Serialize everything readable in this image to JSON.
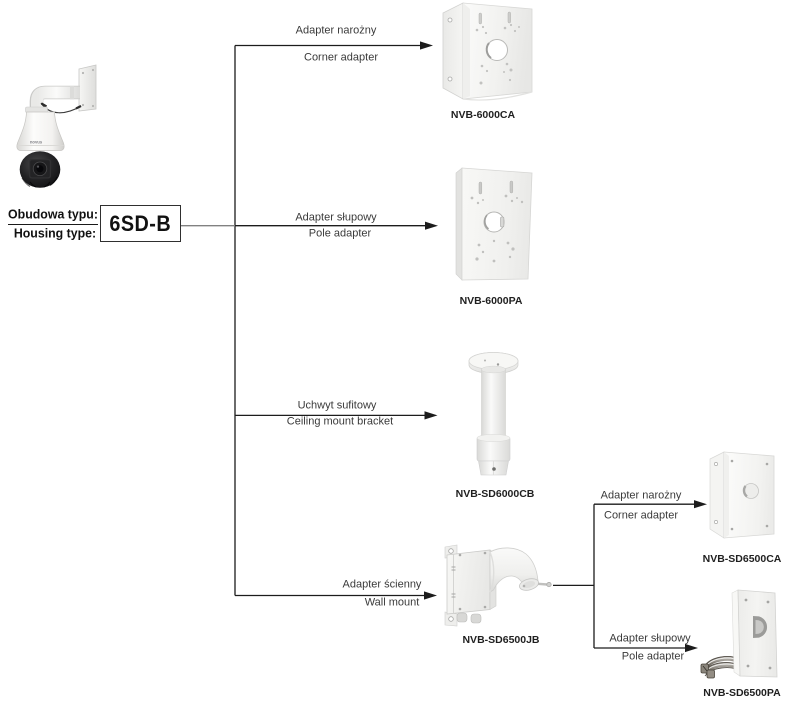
{
  "source": {
    "label_pl": "Obudowa typu:",
    "label_en": "Housing type:",
    "model": "6SD-B",
    "camera_image": "ptz-speed-dome-camera-on-wall-bracket"
  },
  "branches": [
    {
      "label_pl": "Adapter narożny",
      "label_en": "Corner adapter",
      "product": "NVB-6000CA",
      "image": "corner-adapter-bracket"
    },
    {
      "label_pl": "Adapter słupowy",
      "label_en": "Pole adapter",
      "product": "NVB-6000PA",
      "image": "pole-adapter-plate"
    },
    {
      "label_pl": "Uchwyt sufitowy",
      "label_en": "Ceiling mount bracket",
      "product": "NVB-SD6000CB",
      "image": "ceiling-mount-pendant"
    },
    {
      "label_pl": "Adapter ścienny",
      "label_en": "Wall mount",
      "product": "NVB-SD6500JB",
      "image": "wall-mount-bracket-with-junction-box"
    }
  ],
  "sub_branches": [
    {
      "label_pl": "Adapter narożny",
      "label_en": "Corner adapter",
      "product": "NVB-SD6500CA",
      "image": "corner-adapter-tall-bracket"
    },
    {
      "label_pl": "Adapter słupowy",
      "label_en": "Pole adapter",
      "product": "NVB-SD6500PA",
      "image": "pole-adapter-plate-with-clamps"
    }
  ],
  "colors": {
    "line": "#1c1c1c",
    "connector": "#818181",
    "text": "#3a3a3a",
    "product_label": "#1f1f1f",
    "box_border": "#2f2f2f",
    "background": "#ffffff"
  }
}
